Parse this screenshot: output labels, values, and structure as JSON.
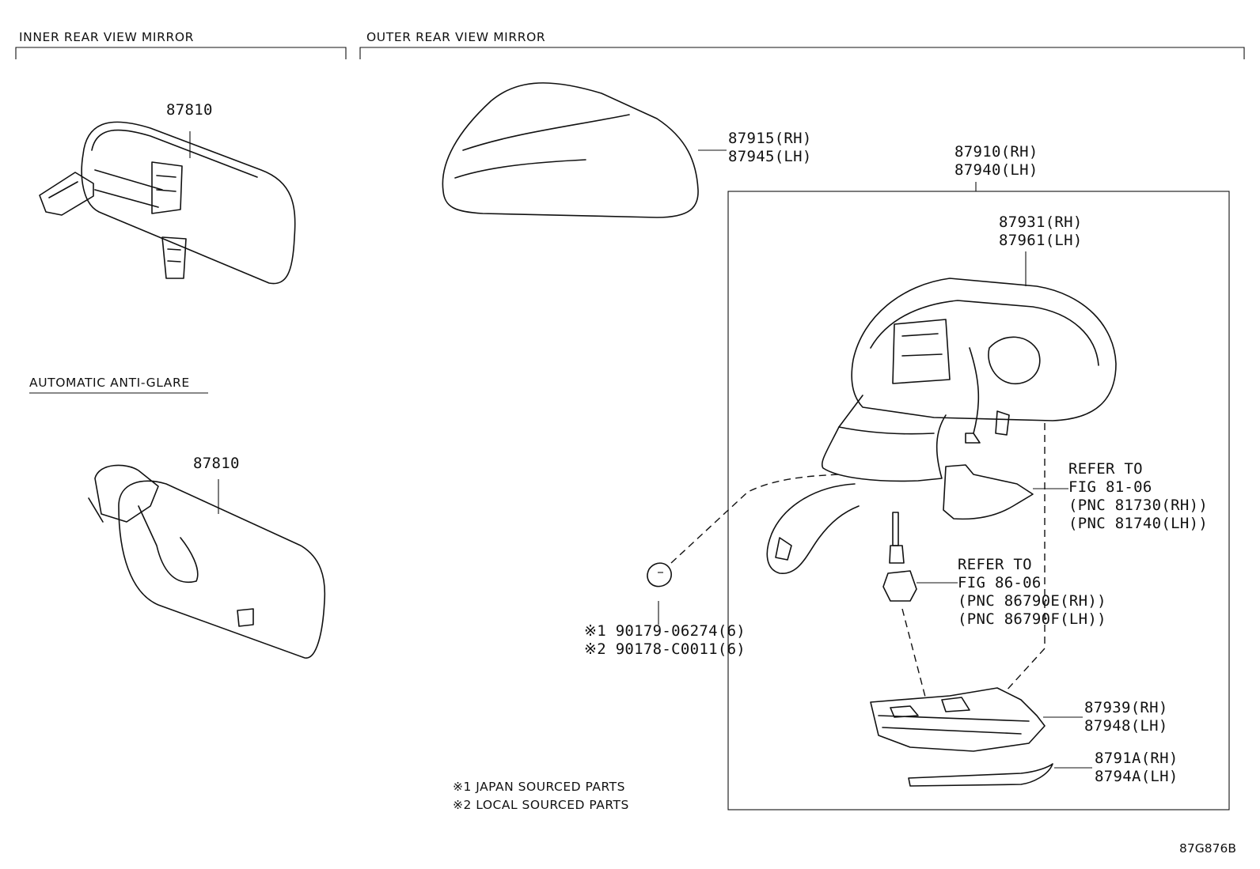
{
  "sections": {
    "inner": "INNER REAR VIEW MIRROR",
    "outer": "OUTER REAR VIEW MIRROR",
    "auto": "AUTOMATIC ANTI-GLARE"
  },
  "parts": {
    "inner_top": "87810",
    "inner_auto": "87810",
    "cover": "87915(RH)\n87945(LH)",
    "assy": "87910(RH)\n87940(LH)",
    "body": "87931(RH)\n87961(LH)",
    "refer1": "REFER TO\nFIG 81-06\n(PNC 81730(RH))\n(PNC 81740(LH))",
    "refer2": "REFER TO\nFIG 86-06\n(PNC 86790E(RH))\n(PNC 86790F(LH))",
    "clip": "※1 90179-06274(6)\n※2 90178-C0011(6)",
    "lamp": "87939(RH)\n87948(LH)",
    "trim": "8791A(RH)\n8794A(LH)"
  },
  "notes": {
    "line1": "※1 JAPAN SOURCED PARTS",
    "line2": "※2 LOCAL SOURCED PARTS"
  },
  "diagram_code": "87G876B"
}
